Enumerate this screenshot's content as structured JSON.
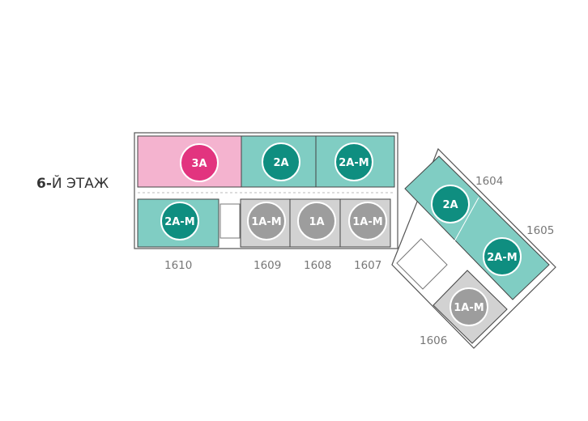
{
  "floor": {
    "number": "6-",
    "label": "Й ЭТАЖ"
  },
  "colors": {
    "pink": "#e2347f",
    "pink_fill": "#f4b3cf",
    "teal": "#0f8e80",
    "teal_fill": "#80cdc3",
    "gray": "#9d9d9d",
    "gray_fill": "#d2d2d2"
  },
  "units": [
    {
      "id": "u1",
      "type": "3A",
      "color": "pink"
    },
    {
      "id": "u2",
      "type": "2A",
      "color": "teal"
    },
    {
      "id": "u3",
      "type": "2A-M",
      "color": "teal"
    },
    {
      "id": "u4",
      "type": "2A-M",
      "color": "teal"
    },
    {
      "id": "u5",
      "type": "1A-M",
      "color": "gray"
    },
    {
      "id": "u6",
      "type": "1A",
      "color": "gray"
    },
    {
      "id": "u7",
      "type": "1A-M",
      "color": "gray"
    },
    {
      "id": "u8",
      "type": "2A",
      "color": "teal"
    },
    {
      "id": "u9",
      "type": "2A-M",
      "color": "teal"
    },
    {
      "id": "u10",
      "type": "1A-M",
      "color": "gray"
    }
  ],
  "apartment_numbers": [
    "1610",
    "1609",
    "1608",
    "1607",
    "1604",
    "1605",
    "1606"
  ]
}
